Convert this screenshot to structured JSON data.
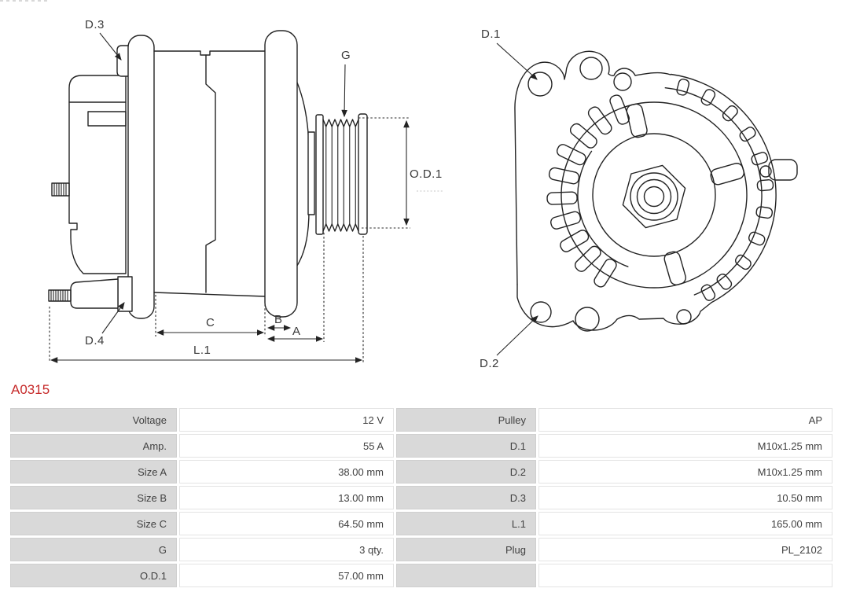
{
  "page": {
    "title": "A0315",
    "title_color": "#c62a2a"
  },
  "diagram": {
    "side_view": {
      "labels": {
        "d3": "D.3",
        "g": "G",
        "od1": "O.D.1",
        "d4": "D.4",
        "c": "C",
        "b": "B",
        "a": "A",
        "l1": "L.1"
      }
    },
    "front_view": {
      "labels": {
        "d1": "D.1",
        "d2": "D.2"
      }
    }
  },
  "spec_table": {
    "colors": {
      "label_bg": "#d9d9d9",
      "value_bg": "#ffffff",
      "text": "#414141"
    },
    "rows": [
      {
        "left_label": "Voltage",
        "left_value": "12 V",
        "right_label": "Pulley",
        "right_value": "AP"
      },
      {
        "left_label": "Amp.",
        "left_value": "55 A",
        "right_label": "D.1",
        "right_value": "M10x1.25 mm"
      },
      {
        "left_label": "Size A",
        "left_value": "38.00 mm",
        "right_label": "D.2",
        "right_value": "M10x1.25 mm"
      },
      {
        "left_label": "Size B",
        "left_value": "13.00 mm",
        "right_label": "D.3",
        "right_value": "10.50 mm"
      },
      {
        "left_label": "Size C",
        "left_value": "64.50 mm",
        "right_label": "L.1",
        "right_value": "165.00 mm"
      },
      {
        "left_label": "G",
        "left_value": "3 qty.",
        "right_label": "Plug",
        "right_value": "PL_2102"
      },
      {
        "left_label": "O.D.1",
        "left_value": "57.00 mm",
        "right_label": "",
        "right_value": ""
      }
    ]
  }
}
